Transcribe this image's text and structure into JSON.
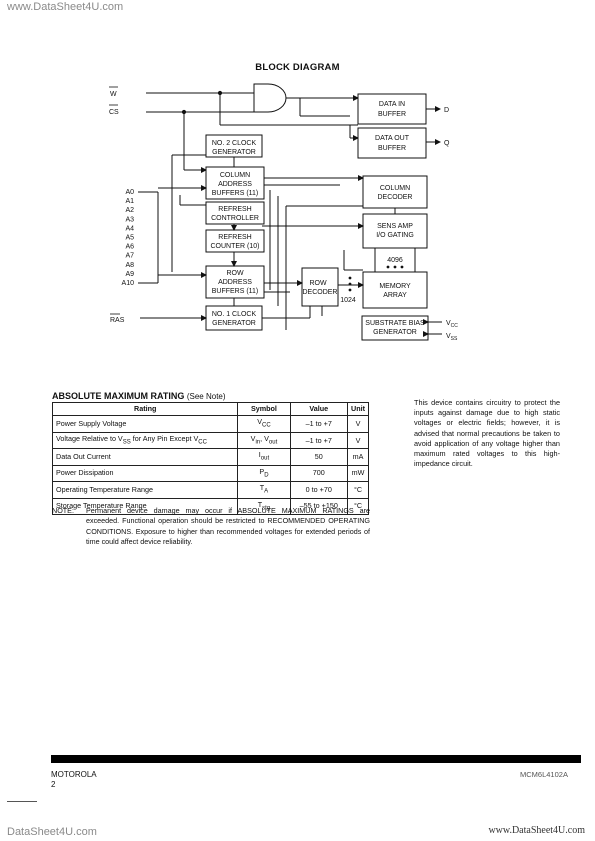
{
  "watermarks": {
    "top_left": "www.DataSheet4U.com",
    "bottom_left": "DataSheet4U.com",
    "bottom_right": "www.DataSheet4U.com"
  },
  "block_diagram": {
    "title": "BLOCK DIAGRAM",
    "inputs": {
      "w": "W",
      "cs": "CS",
      "address": [
        "A0",
        "A1",
        "A2",
        "A3",
        "A4",
        "A5",
        "A6",
        "A7",
        "A8",
        "A9",
        "A10"
      ],
      "ras": "RAS"
    },
    "blocks": {
      "data_in_buffer": [
        "DATA IN",
        "BUFFER"
      ],
      "data_out_buffer": [
        "DATA OUT",
        "BUFFER"
      ],
      "no2_clock_generator": [
        "NO. 2 CLOCK",
        "GENERATOR"
      ],
      "column_address_buffers": [
        "COLUMN",
        "ADDRESS",
        "BUFFERS (11)"
      ],
      "refresh_controller": [
        "REFRESH",
        "CONTROLLER"
      ],
      "refresh_counter": [
        "REFRESH",
        "COUNTER (10)"
      ],
      "row_address_buffers": [
        "ROW",
        "ADDRESS",
        "BUFFERS (11)"
      ],
      "no1_clock_generator": [
        "NO. 1 CLOCK",
        "GENERATOR"
      ],
      "column_decoder": [
        "COLUMN",
        "DECODER"
      ],
      "sens_amp": [
        "SENS AMP",
        "I/O GATING"
      ],
      "memory_array": [
        "MEMORY",
        "ARRAY"
      ],
      "row_decoder": [
        "ROW",
        "DECODER"
      ],
      "substrate_bias_generator": [
        "SUBSTRATE BIAS",
        "GENERATOR"
      ]
    },
    "outputs": {
      "d": "D",
      "q": "Q",
      "vcc": "V",
      "vcc_sub": "CC",
      "vss": "V",
      "vss_sub": "SS"
    },
    "labels": {
      "count_4096": "4096",
      "count_1024": "1024"
    }
  },
  "absolute_maximum_rating": {
    "title": "ABSOLUTE MAXIMUM RATING",
    "see_note": "(See Note)",
    "headers": [
      "Rating",
      "Symbol",
      "Value",
      "Unit"
    ],
    "rows": [
      {
        "rating": "Power Supply Voltage",
        "symbol": "V",
        "symbol_sub": "CC",
        "value": "–1 to +7",
        "unit": "V"
      },
      {
        "rating": "Voltage Relative to V",
        "rating_sub": "SS",
        "rating_rest": " for Any Pin Except V",
        "rating_sub2": "CC",
        "symbol": "V",
        "symbol_sub": "in",
        "symbol_mid": ", V",
        "symbol_sub2": "out",
        "value": "–1 to +7",
        "unit": "V"
      },
      {
        "rating": "Data Out Current",
        "symbol": "I",
        "symbol_sub": "out",
        "value": "50",
        "unit": "mA"
      },
      {
        "rating": "Power Dissipation",
        "symbol": "P",
        "symbol_sub": "D",
        "value": "700",
        "unit": "mW"
      },
      {
        "rating": "Operating Temperature Range",
        "symbol": "T",
        "symbol_sub": "A",
        "value": "0 to +70",
        "unit": "°C"
      },
      {
        "rating": "Storage Temperature Range",
        "symbol": "T",
        "symbol_sub": "stg",
        "value": "–55 to +150",
        "unit": "°C"
      }
    ],
    "note_label": "NOTE:",
    "note_text": "Permanent device damage may occur if ABSOLUTE MAXIMUM RATINGS are exceeded. Functional operation should be restricted to RECOMMENDED OPERATING CONDITIONS. Exposure to higher than recommended voltages for extended periods of time could affect device reliability."
  },
  "side_text": "This device contains circuitry to protect the inputs against damage due to high static voltages or electric fields; however, it is advised that normal precautions be taken to avoid application of any voltage higher than maximum rated voltages to this high-impedance circuit.",
  "footer": {
    "brand": "MOTOROLA",
    "page": "2",
    "part_number": "MCM6L4102A"
  }
}
